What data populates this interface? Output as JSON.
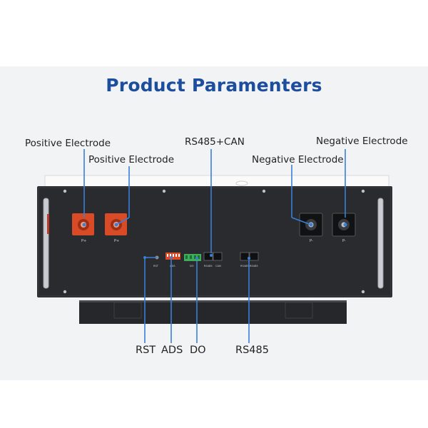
{
  "title": "Product Paramenters",
  "labels": {
    "positive_1": "Positive Electrode",
    "positive_2": "Positive Electrode",
    "negative_1": "Negative Electrode",
    "negative_2": "Negative Electrode",
    "rs485_can": "RS485+CAN",
    "rst": "RST",
    "ads": "ADS",
    "do": "DO",
    "rs485": "RS485"
  },
  "device": {
    "terminal_pos_1": "P+",
    "terminal_pos_2": "P+",
    "terminal_neg_1": "P-",
    "terminal_neg_2": "P-",
    "port_rst": "RST",
    "port_ads": "ADS",
    "port_do": "DO",
    "port_rs485_a": "RS485",
    "port_can": "CAN",
    "port_rs485_b": "RS485",
    "port_rs485_c": "RS485"
  },
  "colors": {
    "title": "#1d4e9e",
    "callout_line": "#3a7fd8",
    "positive_terminal": "#d94a26",
    "panel": "#2a2b2e"
  }
}
